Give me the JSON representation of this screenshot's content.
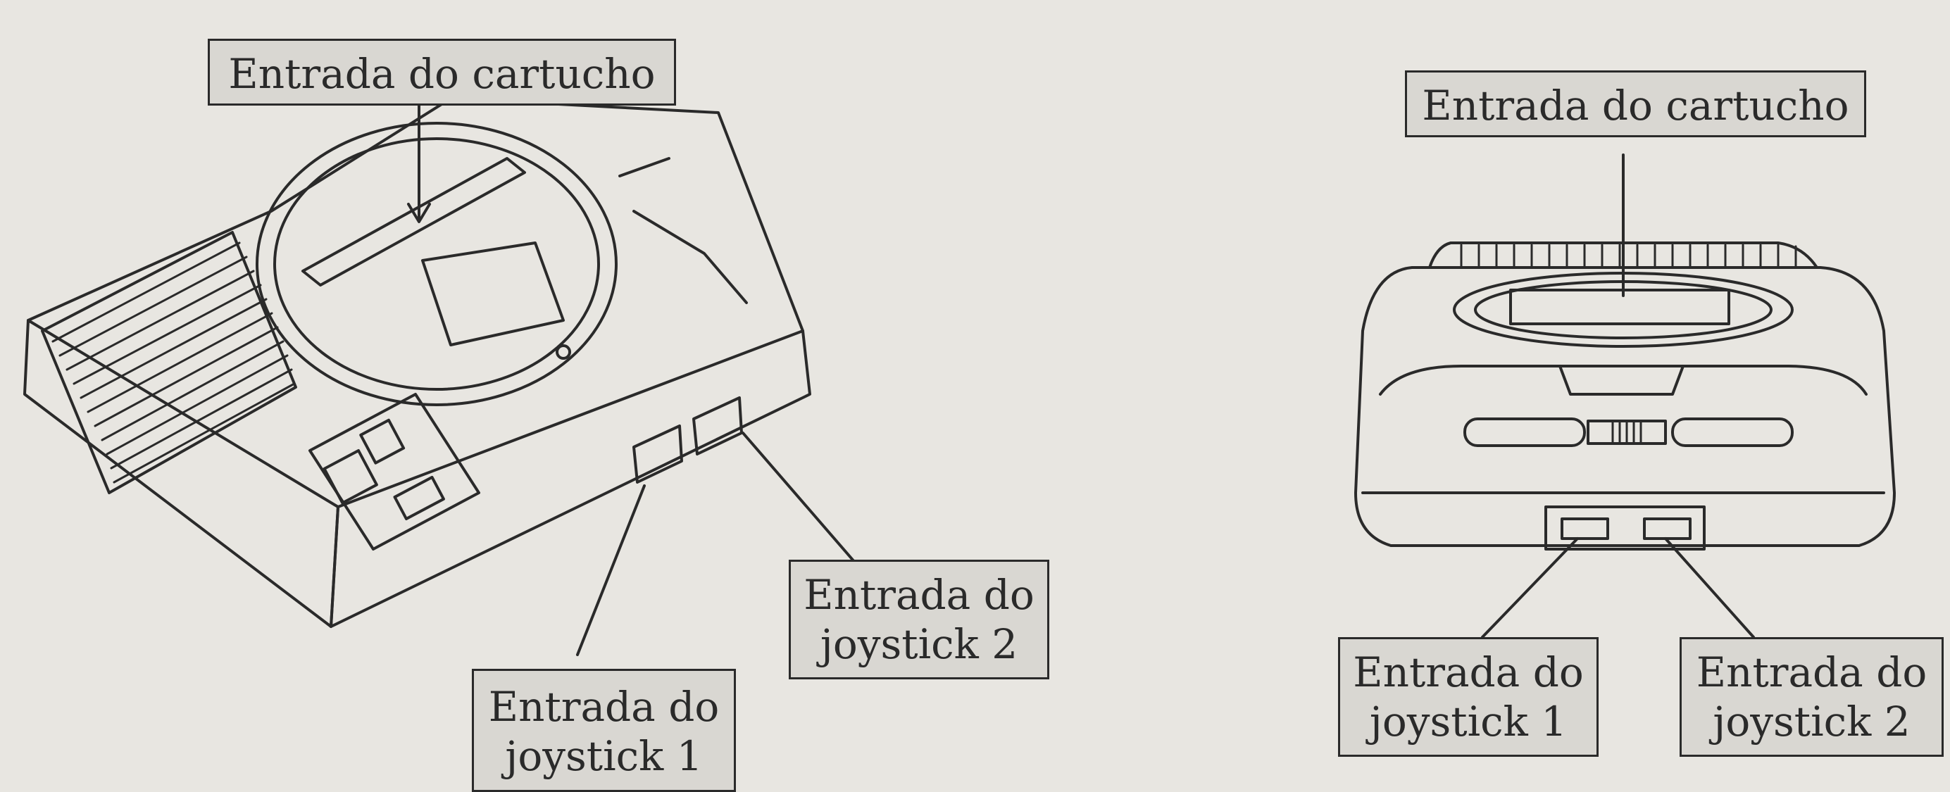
{
  "colors": {
    "background": "#e8e6e1",
    "line": "#2a2a2a",
    "label_fill": "#d9d7d2"
  },
  "left_console": {
    "cartridge_label": "Entrada do cartucho",
    "joystick1_label": {
      "line1": "Entrada do",
      "line2": "joystick 1"
    },
    "joystick2_label": {
      "line1": "Entrada do",
      "line2": "joystick 2"
    }
  },
  "right_console": {
    "cartridge_label": "Entrada do cartucho",
    "joystick1_label": {
      "line1": "Entrada do",
      "line2": "joystick 1"
    },
    "joystick2_label": {
      "line1": "Entrada do",
      "line2": "joystick 2"
    }
  }
}
